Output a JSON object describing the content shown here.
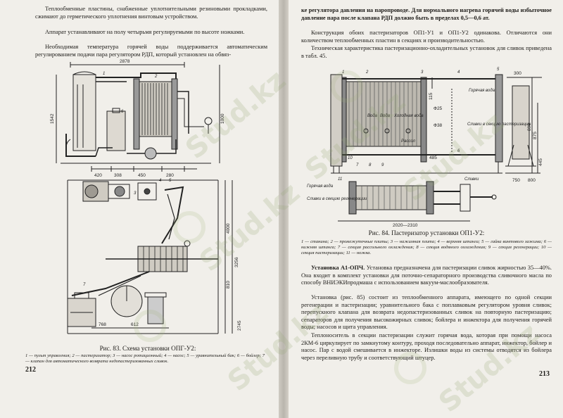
{
  "left_page": {
    "text_1": "Теплообменные пластины, снабженные уплотнительными резиновыми прокладками, сжимают до герметического уплотнения винтовым устройством.",
    "text_2": "Аппарат устанавливают на полу четырьмя регулируемыми по высоте ножками.",
    "text_3": "Необходимая температура горячей воды поддерживается автоматическим регулированием подачи пара регулятором РДП, который установлен на обвяз-",
    "figure_caption": "Рис. 83. Схема установки ОПГ-У2:",
    "figure_legend": "1 — пульт управления; 2 — пастеризатор; 3 — насос ротационный; 4 — насос; 5 — уравнительный бак; 6 — бойлер; 7 — клапан для автоматического возврата недопастеризованных сливок.",
    "page_number": "212",
    "dims": {
      "d2878": "2878",
      "d1542": "1542",
      "d1000": "1000",
      "d420": "420",
      "d308": "308",
      "d450": "450",
      "d280": "280",
      "d4000": "4000",
      "d3256": "3256",
      "d810": "810",
      "d768": "768",
      "d612": "612",
      "d2745": "2745",
      "n1": "1",
      "n2": "2",
      "n3": "3",
      "n4": "4",
      "n5": "5",
      "n6": "6",
      "n7": "7"
    }
  },
  "right_page": {
    "text_1": "ке регулятора давления на паропроводе. Для нормального нагрева горячей воды избыточное давление пара после клапана РДП должно быть в пределах 0,5—0,6 ат.",
    "text_2": "Конструкция обоих пастеризаторов ОП1-У1 и ОП1-У2 одинакова. Отличаются они количеством теплообменных пластин в секциях и производительностью.",
    "text_3": "Техническая характеристика пастеризационно-охладительных установок для сливок приведена в табл. 45.",
    "figure_caption": "Рис. 84. Пастеризатор установки ОП1-У2:",
    "figure_legend": "1 — станина; 2 — промежуточные плиты; 3 — нажимная плита; 4 — верхняя штанга; 5 — гайка винтового зажима; 6 — нижняя штанга; 7 — секция рассольного охлаждения; 8 — секция водяного охлаждения; 9 — секция регенерации; 10 — секция пастеризации; 11 — ножка.",
    "text_4_bold": "Установка А1-ОПЧ.",
    "text_4": "Установка предназначена для пастеризации сливок жирностью 35—40%. Она входит в комплект установки для поточно-сепараторного производства сливочного масла по способу ВНИЭКИпродмаша с использованием вакуум-маслообразователя.",
    "text_5": "Установка (рис. 85) состоит из теплообменного аппарата, имеющего по одной секции регенерации и пастеризации; уравнительного бака с поплавковым регулятором уровня сливок; перепускного клапана для возврата недопастеризованных сливок на повторную пастеризацию; сепараторов для получения высокожирных сливок; бойлера и инжектора для получения горячей воды; насосов и щита управления.",
    "text_6": "Теплоноситель в секции пастеризации служит горячая вода, которая при помощи насоса 2КМ-6 циркулирует по замкнутому контуру, проходя последовательно аппарат, инжектор, бойлер и насос. Пар с водой смешивается в инжекторе. Излишки воды из системы отводятся из бойлера через переливную трубу и соответствующий штуцер.",
    "page_number": "213",
    "dims": {
      "d300": "300",
      "d890": "890",
      "d875": "875",
      "d445": "445",
      "d750": "750",
      "d800": "800",
      "d2020": "2020—2310",
      "dphi25": "Ф25",
      "dphi38": "Ф38",
      "d115": "115",
      "d485": "485",
      "hot_water": "Горячая вода",
      "cream": "Сливки",
      "cream_to_cooling": "Сливки в секцию пастеризации",
      "hot_water_2": "Горячая вода",
      "cream_to_regen": "Сливки в секцию регенерации",
      "brine": "Рассол",
      "water_1": "Вода",
      "water_2": "Вода",
      "chilled": "Холодная вода",
      "n1": "1",
      "n2": "2",
      "n3": "3",
      "n4": "4",
      "n5": "5",
      "n6": "6",
      "n7": "7",
      "n8": "8",
      "n9": "9",
      "n10": "10",
      "n11": "11"
    }
  },
  "watermark": "Stud.kz"
}
